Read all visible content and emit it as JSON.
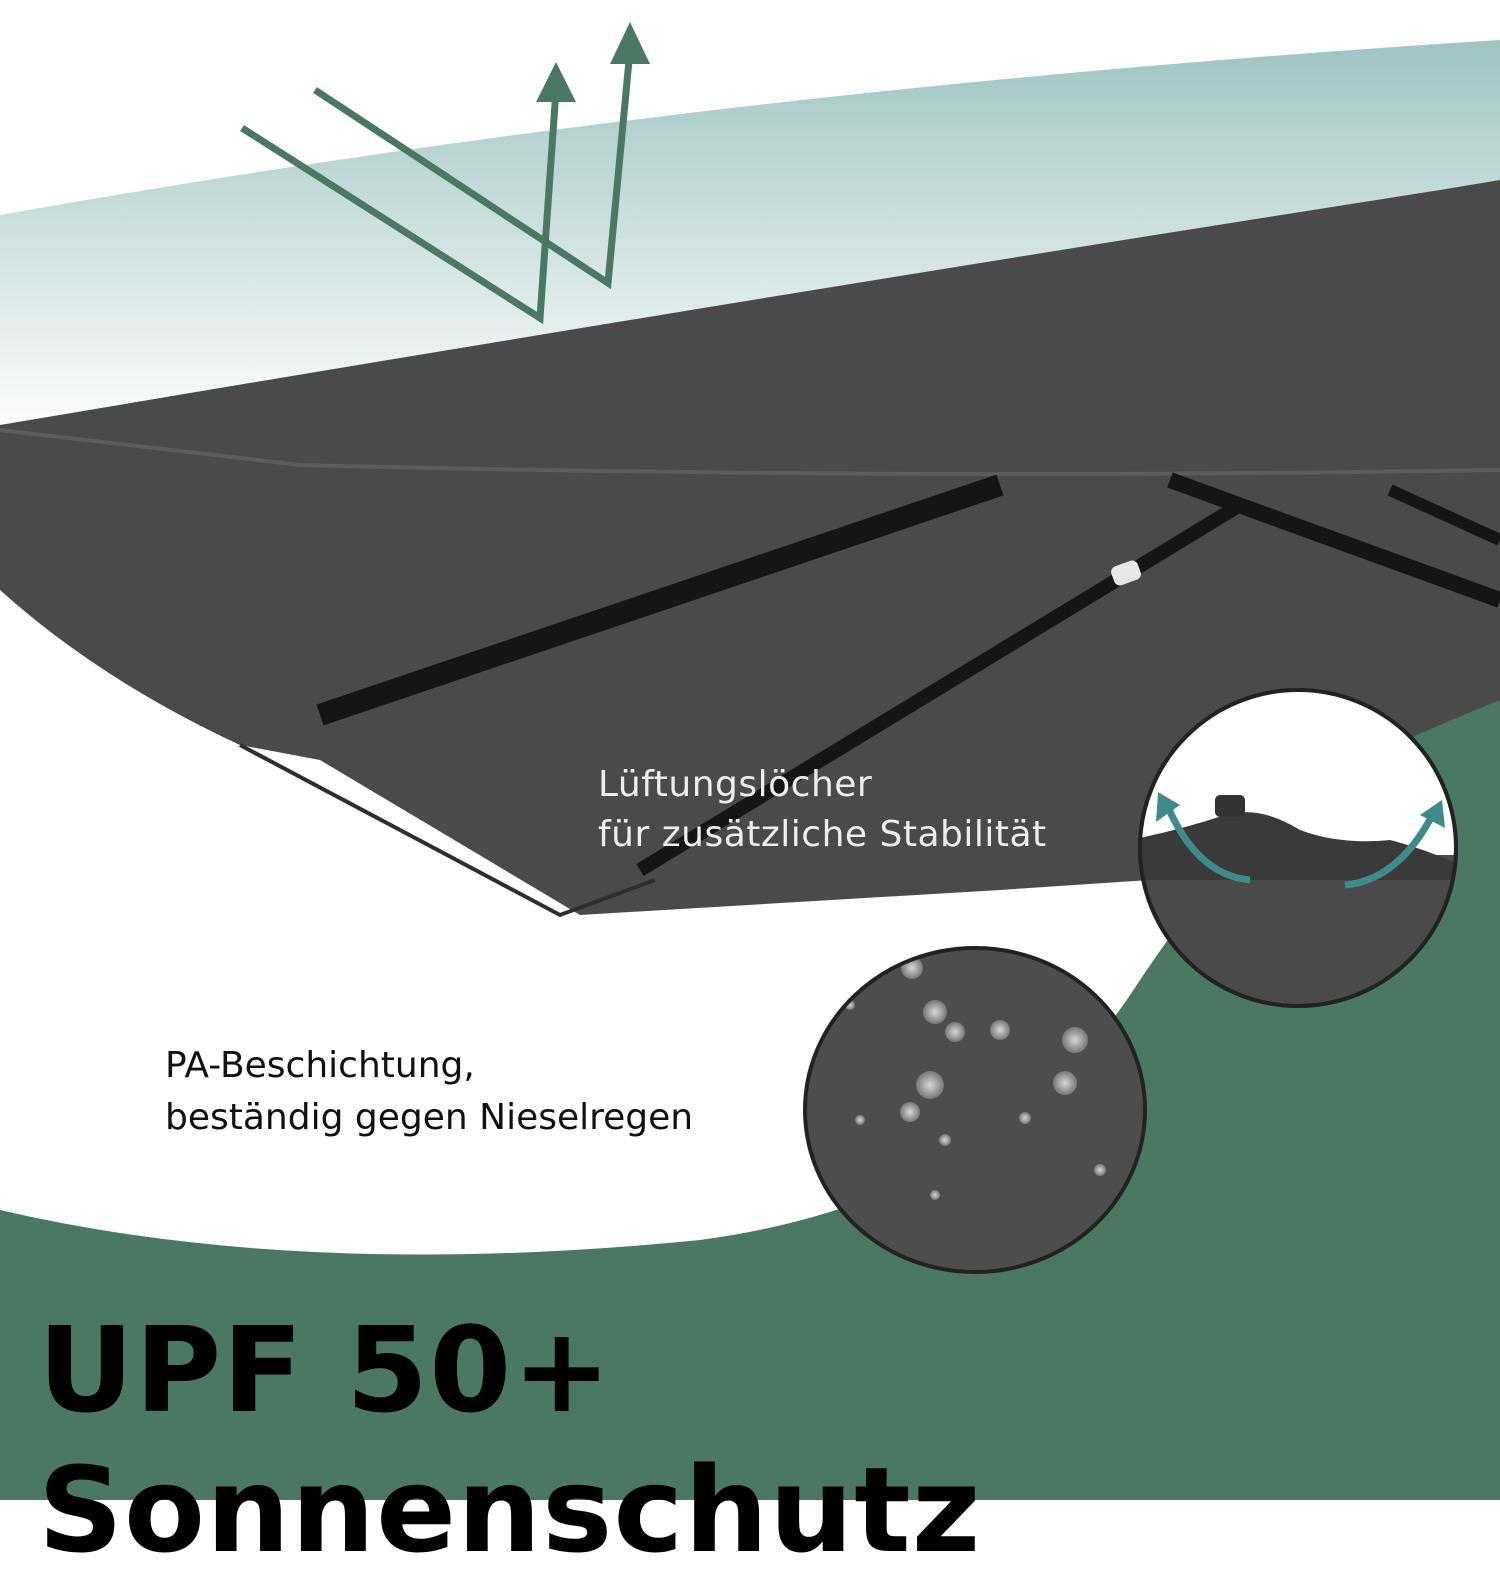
{
  "features": {
    "vent_line1": "Lüftungslöcher",
    "vent_line2": "für zusätzliche Stabilität",
    "coating_line1": "PA-Beschichtung,",
    "coating_line2": "beständig gegen Nieselregen"
  },
  "headline": "UPF 50+ Sonnenschutz",
  "colors": {
    "brand_green": "#4a7862",
    "canopy_gray": "#4a4a4b",
    "arrow_teal": "#3f8a8a"
  },
  "icons": [
    "wind-arrows-icon",
    "vent-airflow-arrows-icon"
  ]
}
